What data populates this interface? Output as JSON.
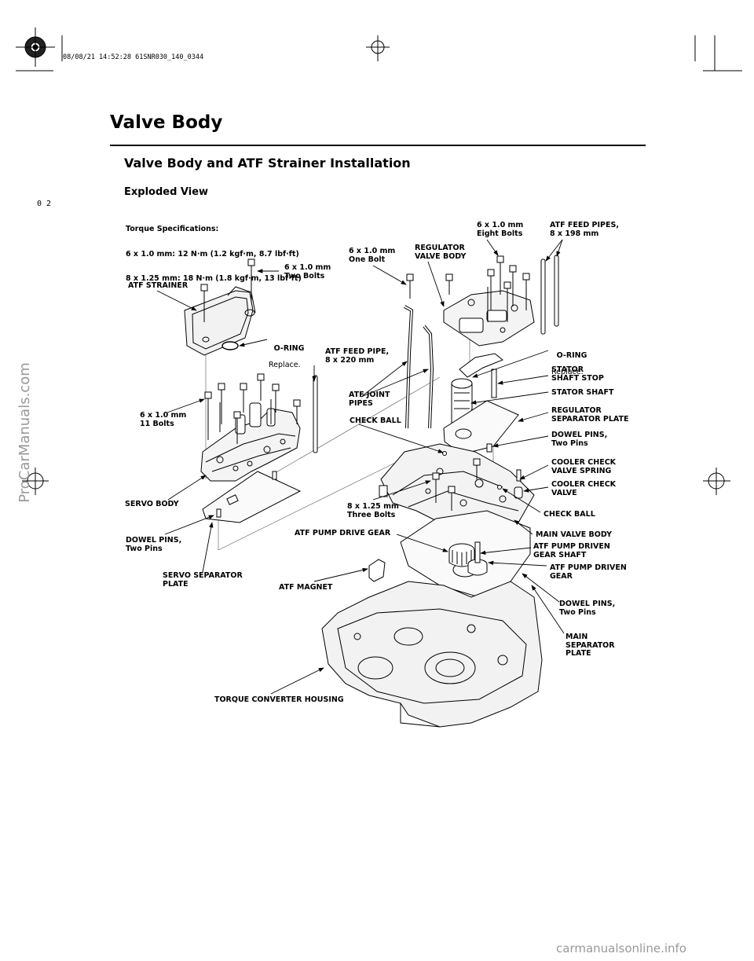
{
  "header": {
    "timestamp": "08/08/21 14:52:28 61SNR030_140_0344",
    "section_title": "Valve Body",
    "page_title": "Valve Body and ATF Strainer Installation",
    "view_title": "Exploded View",
    "side_mark": "0 2"
  },
  "torque": {
    "heading": "Torque Specifications:",
    "line1": "6 x 1.0 mm: 12 N·m (1.2 kgf·m, 8.7 lbf·ft)",
    "line2": "8 x 1.25 mm: 18 N·m (1.8 kgf·m, 13 lbf·ft)"
  },
  "labels": {
    "atf_strainer": "ATF STRAINER",
    "bolts_two": "6 x 1.0 mm\nTwo Bolts",
    "oring_left": "O-RING",
    "oring_left_note": "Replace.",
    "bolts_11": "6 x 1.0 mm\n11 Bolts",
    "servo_body": "SERVO BODY",
    "dowel_left": "DOWEL PINS,\nTwo Pins",
    "servo_separator": "SERVO SEPARATOR\nPLATE",
    "atf_magnet": "ATF MAGNET",
    "torque_converter_housing": "TORQUE CONVERTER HOUSING",
    "bolt_one": "6 x 1.0 mm\nOne Bolt",
    "regulator_valve_body": "REGULATOR\nVALVE BODY",
    "bolts_eight": "6 x 1.0 mm\nEight Bolts",
    "feed_pipes": "ATF FEED PIPES,\n8 x 198 mm",
    "feed_pipe": "ATF FEED PIPE,\n8 x 220 mm",
    "joint_pipes": "ATF JOINT\nPIPES",
    "check_ball_left": "CHECK BALL",
    "bolts_three": "8 x 1.25 mm\nThree Bolts",
    "pump_drive_gear": "ATF PUMP DRIVE GEAR",
    "oring_right": "O-RING",
    "oring_right_note": "Replace.",
    "stator_stop": "STATOR\nSHAFT STOP",
    "stator_shaft": "STATOR SHAFT",
    "regulator_separator": "REGULATOR\nSEPARATOR PLATE",
    "dowel_right_1": "DOWEL PINS,\nTwo Pins",
    "cooler_spring": "COOLER CHECK\nVALVE SPRING",
    "cooler_valve": "COOLER CHECK\nVALVE",
    "check_ball_right": "CHECK BALL",
    "main_valve_body": "MAIN VALVE BODY",
    "driven_gear_shaft": "ATF PUMP DRIVEN\nGEAR SHAFT",
    "driven_gear": "ATF PUMP DRIVEN\nGEAR",
    "dowel_right_2": "DOWEL PINS,\nTwo Pins",
    "main_separator": "MAIN\nSEPARATOR\nPLATE"
  },
  "watermark": "ProCarManuals.com",
  "footer": "carmanualsonline.info"
}
